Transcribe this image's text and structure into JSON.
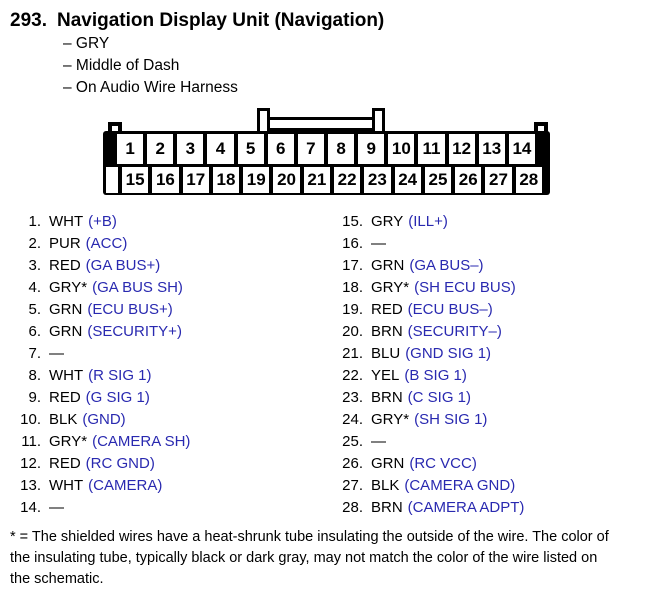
{
  "page": {
    "header": {
      "number": "293.",
      "title": "Navigation Display Unit (Navigation)",
      "attributes": [
        "– GRY",
        "– Middle of Dash",
        "– On Audio Wire Harness"
      ]
    },
    "connector": {
      "top_row": [
        "1",
        "2",
        "3",
        "4",
        "5",
        "6",
        "7",
        "8",
        "9",
        "10",
        "11",
        "12",
        "13",
        "14"
      ],
      "bottom_row": [
        "15",
        "16",
        "17",
        "18",
        "19",
        "20",
        "21",
        "22",
        "23",
        "24",
        "25",
        "26",
        "27",
        "28"
      ]
    },
    "pins_left": [
      {
        "num": "1.",
        "color": "WHT",
        "signal": "(+B)"
      },
      {
        "num": "2.",
        "color": "PUR",
        "signal": "(ACC)"
      },
      {
        "num": "3.",
        "color": "RED",
        "signal": "(GA BUS+)"
      },
      {
        "num": "4.",
        "color": "GRY*",
        "signal": "(GA BUS SH)"
      },
      {
        "num": "5.",
        "color": "GRN",
        "signal": "(ECU BUS+)"
      },
      {
        "num": "6.",
        "color": "GRN",
        "signal": "(SECURITY+)"
      },
      {
        "num": "7.",
        "color": "—",
        "signal": ""
      },
      {
        "num": "8.",
        "color": "WHT",
        "signal": "(R SIG 1)"
      },
      {
        "num": "9.",
        "color": "RED",
        "signal": "(G SIG 1)"
      },
      {
        "num": "10.",
        "color": "BLK",
        "signal": "(GND)"
      },
      {
        "num": "11.",
        "color": "GRY*",
        "signal": "(CAMERA SH)"
      },
      {
        "num": "12.",
        "color": "RED",
        "signal": "(RC GND)"
      },
      {
        "num": "13.",
        "color": "WHT",
        "signal": "(CAMERA)"
      },
      {
        "num": "14.",
        "color": "—",
        "signal": ""
      }
    ],
    "pins_right": [
      {
        "num": "15.",
        "color": "GRY",
        "signal": "(ILL+)"
      },
      {
        "num": "16.",
        "color": "—",
        "signal": ""
      },
      {
        "num": "17.",
        "color": "GRN",
        "signal": "(GA BUS–)"
      },
      {
        "num": "18.",
        "color": "GRY*",
        "signal": "(SH ECU BUS)"
      },
      {
        "num": "19.",
        "color": "RED",
        "signal": "(ECU BUS–)"
      },
      {
        "num": "20.",
        "color": "BRN",
        "signal": "(SECURITY–)"
      },
      {
        "num": "21.",
        "color": "BLU",
        "signal": "(GND SIG 1)"
      },
      {
        "num": "22.",
        "color": "YEL",
        "signal": "(B SIG 1)"
      },
      {
        "num": "23.",
        "color": "BRN",
        "signal": "(C SIG 1)"
      },
      {
        "num": "24.",
        "color": "GRY*",
        "signal": "(SH SIG 1)"
      },
      {
        "num": "25.",
        "color": "—",
        "signal": ""
      },
      {
        "num": "26.",
        "color": "GRN",
        "signal": "(RC VCC)"
      },
      {
        "num": "27.",
        "color": "BLK",
        "signal": "(CAMERA GND)"
      },
      {
        "num": "28.",
        "color": "BRN",
        "signal": "(CAMERA ADPT)"
      }
    ],
    "footnote_lines": [
      "* = The shielded wires have a heat-shrunk tube insulating the outside of the wire. The color of",
      "the insulating tube, typically black or dark gray, may not match the color of the wire listed on",
      "the schematic."
    ],
    "colors": {
      "signal_blue": "#2929b0",
      "body_text": "#000000",
      "connector_black": "#000000",
      "background": "#ffffff"
    }
  }
}
